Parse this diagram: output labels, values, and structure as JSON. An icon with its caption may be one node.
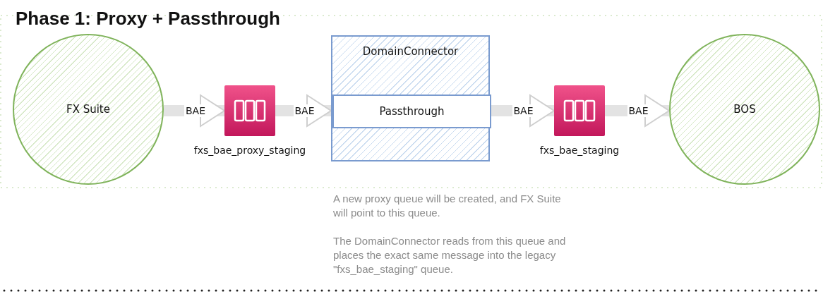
{
  "diagram": {
    "title": "Phase 1: Proxy + Passthrough",
    "nodes": [
      {
        "text": [
          "FX Suite"
        ]
      },
      {
        "text": [],
        "shape": "box",
        "beside": [
          "fxs_bae_proxy_staging"
        ]
      },
      {
        "text": [
          "DomainConnector"
        ]
      },
      {
        "text": [
          "Passthrough"
        ],
        "in": 2
      },
      {
        "text": [],
        "shape": "box",
        "beside": [
          "fxs_bae_staging"
        ]
      },
      {
        "text": [
          "BOS"
        ]
      }
    ],
    "edges": [
      {
        "from": 0,
        "to": 1,
        "arrow": "to",
        "label": "BAE"
      },
      {
        "from": 1,
        "to": 3,
        "arrow": "to",
        "label": "BAE"
      },
      {
        "from": 3,
        "to": 4,
        "arrow": "to",
        "label": "BAE"
      },
      {
        "from": 4,
        "to": 5,
        "arrow": "to",
        "label": "BAE"
      }
    ],
    "labels": [
      "A new proxy queue will be created, and FX Suite will point to this queue.",
      "The DomainConnector reads from this queue and places the exact same message into the legacy \"fxs_bae_staging\" queue."
    ]
  }
}
